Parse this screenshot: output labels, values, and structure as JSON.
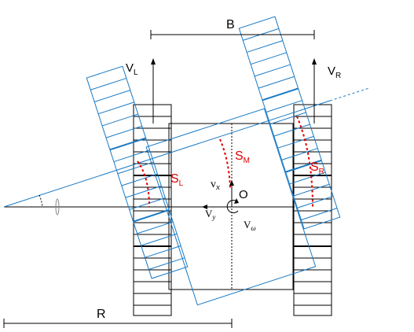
{
  "labels": {
    "track_width": "B",
    "turn_radius": "R",
    "vel_left": "V",
    "vel_left_sub": "L",
    "vel_right": "V",
    "vel_right_sub": "R",
    "arc_left": "S",
    "arc_left_sub": "L",
    "arc_middle": "S",
    "arc_middle_sub": "M",
    "arc_right": "S",
    "arc_right_sub": "R",
    "origin": "O",
    "vel_x": "v",
    "vel_x_sub": "x",
    "vel_y": "V",
    "vel_y_sub": "y",
    "vel_omega": "V",
    "vel_omega_sub": "ω"
  },
  "colors": {
    "black": "#000000",
    "blue": "#1a7ac4",
    "red": "#e00000",
    "gray": "#888888"
  }
}
